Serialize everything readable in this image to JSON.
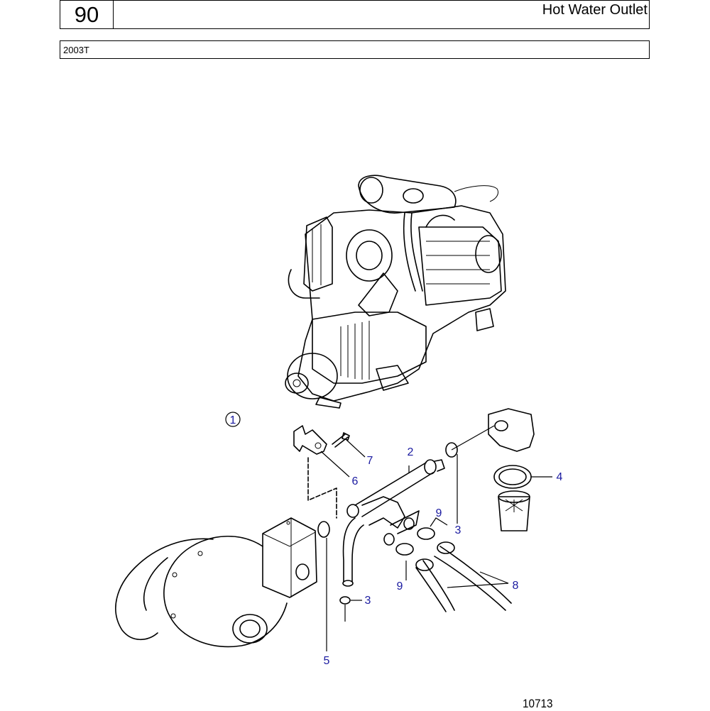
{
  "header": {
    "section_number": "90",
    "title": "Hot Water Outlet"
  },
  "model": "2003T",
  "diagram": {
    "group_marker": "1",
    "callouts": [
      "2",
      "3",
      "3",
      "4",
      "5",
      "6",
      "7",
      "8",
      "9",
      "9"
    ]
  },
  "figure_number": "10713"
}
